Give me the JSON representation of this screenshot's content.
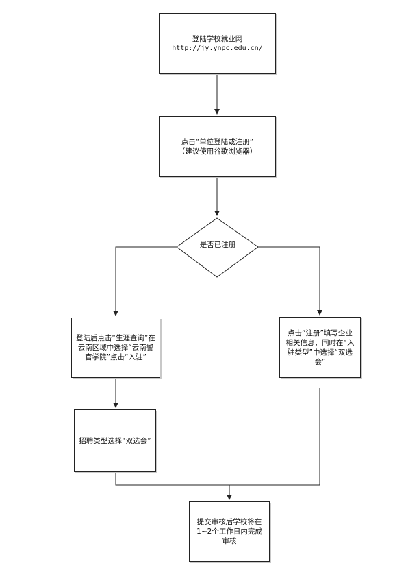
{
  "flowchart": {
    "start": {
      "line1": "登陆学校就业网",
      "line2": "http://jy.ynpc.edu.cn/"
    },
    "step_click": {
      "line1": "点击“单位登陆或注册”",
      "line2": "（建议使用谷歌浏览器）"
    },
    "decision": {
      "label": "是否已注册"
    },
    "left_branch": {
      "text": "登陆后点击“生涯查询”在云南区域中选择“云南警官学院”点击“入驻”"
    },
    "right_branch": {
      "text": "点击“注册”填写企业相关信息，同时在“入驻类型”中选择“双选会”"
    },
    "recruit_type": {
      "text": "招聘类型选择“双选会”"
    },
    "final": {
      "text": "提交审核后学校将在1~2个工作日内完成审核"
    }
  }
}
